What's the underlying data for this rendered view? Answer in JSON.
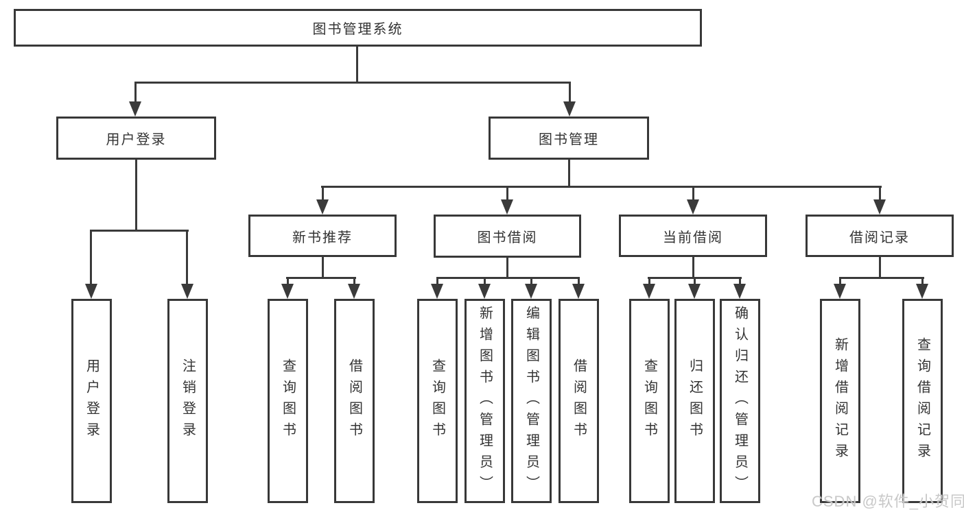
{
  "diagram": {
    "root": "图书管理系统",
    "level2": {
      "user_login": "用户登录",
      "book_management": "图书管理"
    },
    "level3": {
      "new_book_recommend": "新书推荐",
      "book_borrow": "图书借阅",
      "current_borrow": "当前借阅",
      "borrow_records": "借阅记录"
    },
    "leaves": {
      "user_login": "用户登录",
      "logout": "注销登录",
      "nbr_query_books": "查询图书",
      "nbr_borrow_books": "借阅图书",
      "bb_query_books": "查询图书",
      "bb_add_books": "新增图书（管理员）",
      "bb_edit_books": "编辑图书（管理员）",
      "bb_borrow_books": "借阅图书",
      "cb_query_books": "查询图书",
      "cb_return_books": "归还图书",
      "cb_confirm_return": "确认归还（管理员）",
      "br_add_record": "新增借阅记录",
      "br_query_record": "查询借阅记录"
    },
    "watermark": "CSDN @软件_小贺同学",
    "colors": {
      "background": "#ffffff",
      "border": "#383838",
      "line": "#3a3a3a",
      "text": "#333333",
      "watermark": "#c5c5c5"
    }
  }
}
